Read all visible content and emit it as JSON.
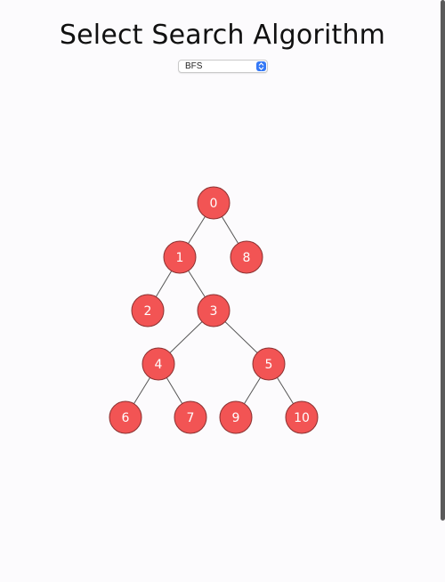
{
  "title": "Select Search Algorithm",
  "algorithm_select": {
    "selected": "BFS",
    "stepper_icon": "chevron-up-down-icon"
  },
  "tree": {
    "node_color": "#f25454",
    "node_stroke": "#8a3030",
    "edge_color": "#555555",
    "nodes": [
      "0",
      "1",
      "8",
      "2",
      "3",
      "4",
      "5",
      "6",
      "7",
      "9",
      "10"
    ],
    "edges": [
      [
        "0",
        "1"
      ],
      [
        "0",
        "8"
      ],
      [
        "1",
        "2"
      ],
      [
        "1",
        "3"
      ],
      [
        "3",
        "4"
      ],
      [
        "3",
        "5"
      ],
      [
        "4",
        "6"
      ],
      [
        "4",
        "7"
      ],
      [
        "5",
        "9"
      ],
      [
        "5",
        "10"
      ]
    ]
  }
}
